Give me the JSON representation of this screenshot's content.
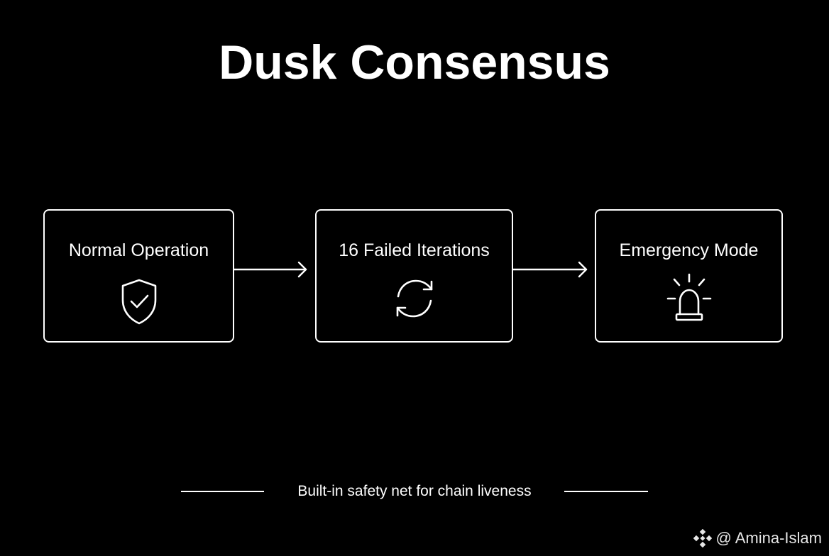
{
  "title": "Dusk Consensus",
  "steps": [
    {
      "label": "Normal Operation",
      "icon": "shield-check-icon"
    },
    {
      "label": "16 Failed Iterations",
      "icon": "refresh-cycle-icon"
    },
    {
      "label": "Emergency Mode",
      "icon": "alarm-siren-icon"
    }
  ],
  "footer": "Built-in safety net for chain liveness",
  "watermark": "@ Amina-Islam",
  "colors": {
    "background": "#000000",
    "foreground": "#ffffff"
  }
}
